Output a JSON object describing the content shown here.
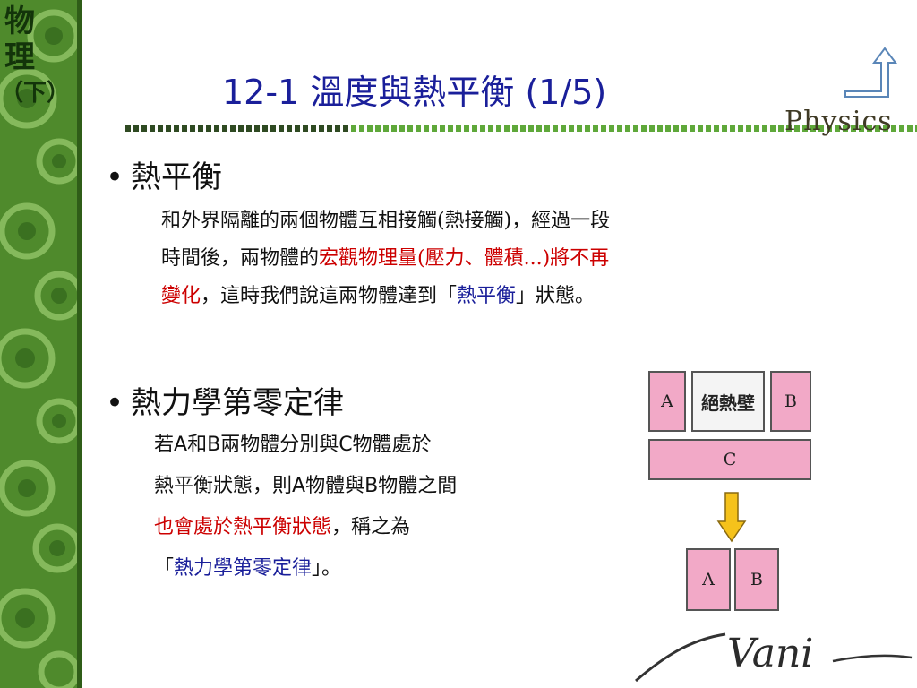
{
  "sidebar": {
    "title_chars": [
      "物",
      "理",
      "（下）"
    ]
  },
  "slide": {
    "title_num": "12-1",
    "title_text": "溫度與熱平衡",
    "title_page": "(1/5)",
    "brand": "Physics",
    "logo_text": "Vani"
  },
  "bullets": [
    {
      "heading": "熱平衡",
      "lines": [
        [
          {
            "t": "和外界隔離的兩個物體互相接觸(熱接觸)，經過一段",
            "c": ""
          }
        ],
        [
          {
            "t": "時間後，兩物體的",
            "c": ""
          },
          {
            "t": "宏觀物理量(壓力、體積...)將不再",
            "c": "red"
          }
        ],
        [
          {
            "t": "變化",
            "c": "red"
          },
          {
            "t": "，這時我們說這兩物體達到「",
            "c": ""
          },
          {
            "t": "熱平衡",
            "c": "blue"
          },
          {
            "t": "」狀態。",
            "c": ""
          }
        ]
      ]
    },
    {
      "heading": "熱力學第零定律",
      "lines": [
        [
          {
            "t": "若",
            "c": ""
          },
          {
            "t": "A",
            "c": "latin"
          },
          {
            "t": "和",
            "c": ""
          },
          {
            "t": "B",
            "c": "latin"
          },
          {
            "t": "兩物體分別與",
            "c": ""
          },
          {
            "t": "C",
            "c": "latin"
          },
          {
            "t": "物體處於",
            "c": ""
          }
        ],
        [
          {
            "t": "熱平衡狀態，則",
            "c": ""
          },
          {
            "t": "A",
            "c": "latin"
          },
          {
            "t": "物體與",
            "c": ""
          },
          {
            "t": "B",
            "c": "latin"
          },
          {
            "t": "物體之間",
            "c": ""
          }
        ],
        [
          {
            "t": "也會處於熱平衡狀態",
            "c": "red"
          },
          {
            "t": "，稱之為",
            "c": ""
          }
        ],
        [
          {
            "t": "「",
            "c": ""
          },
          {
            "t": "熱力學第零定律",
            "c": "blue"
          },
          {
            "t": "」。",
            "c": ""
          }
        ]
      ]
    }
  ],
  "diagram": {
    "top_left": "A",
    "wall": "絕熱壁",
    "top_right": "B",
    "bottom": "C",
    "result_left": "A",
    "result_right": "B"
  },
  "colors": {
    "title": "#1a1f9a",
    "red": "#cc0000",
    "blue": "#1a1f9a",
    "sidebar": "#4f8a2c",
    "box": "#f2a9c7",
    "arrow": "#f5c21b"
  }
}
